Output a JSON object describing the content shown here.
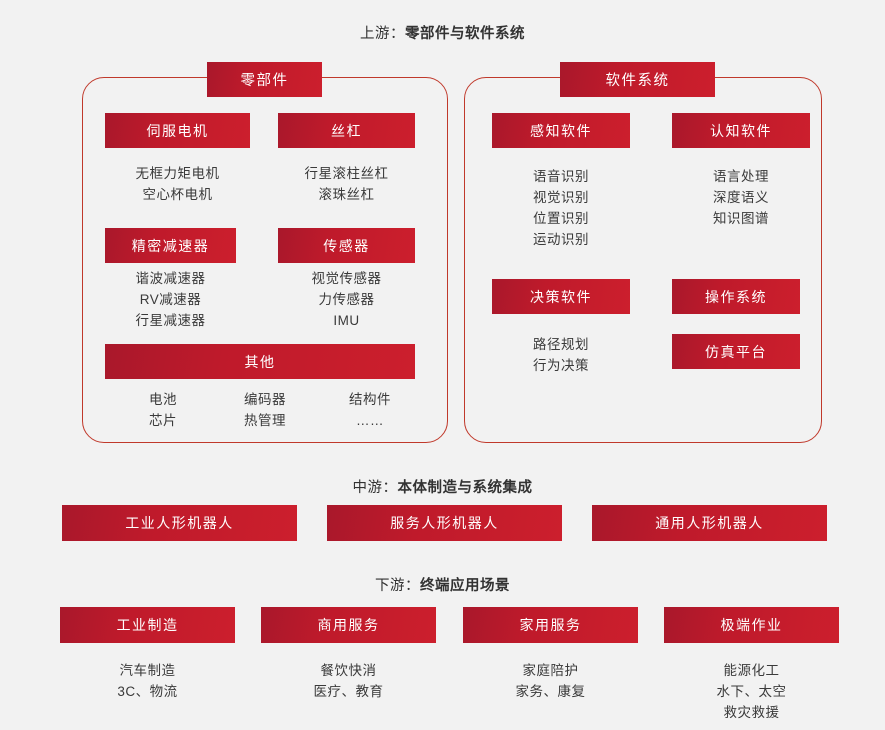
{
  "page": {
    "background_color": "#f2f2f2",
    "accent_color": "#bf1a2b",
    "text_color": "#333333"
  },
  "sections": {
    "upstream": {
      "label_lead": "上游：",
      "label_body": "零部件与软件系统",
      "panels": [
        {
          "tab": "零部件",
          "groups": [
            {
              "title": "伺服电机",
              "items": "无框力矩电机\n空心杯电机"
            },
            {
              "title": "丝杠",
              "items": "行星滚柱丝杠\n滚珠丝杠"
            },
            {
              "title": "精密减速器",
              "items": "谐波减速器\nRV减速器\n行星减速器"
            },
            {
              "title": "传感器",
              "items": "视觉传感器\n力传感器\nIMU"
            },
            {
              "title": "其他",
              "items_col1": "电池\n芯片",
              "items_col2": "编码器\n热管理",
              "items_col3": "结构件\n……"
            }
          ]
        },
        {
          "tab": "软件系统",
          "groups": [
            {
              "title": "感知软件",
              "items": "语音识别\n视觉识别\n位置识别\n运动识别"
            },
            {
              "title": "认知软件",
              "items": "语言处理\n深度语义\n知识图谱"
            },
            {
              "title": "决策软件",
              "items": "路径规划\n行为决策"
            },
            {
              "title": "操作系统",
              "items": ""
            },
            {
              "title": "仿真平台",
              "items": ""
            }
          ]
        }
      ]
    },
    "midstream": {
      "label_lead": "中游：",
      "label_body": "本体制造与系统集成",
      "boxes": [
        {
          "title": "工业人形机器人"
        },
        {
          "title": "服务人形机器人"
        },
        {
          "title": "通用人形机器人"
        }
      ]
    },
    "downstream": {
      "label_lead": "下游：",
      "label_body": "终端应用场景",
      "boxes": [
        {
          "title": "工业制造",
          "items": "汽车制造\n3C、物流"
        },
        {
          "title": "商用服务",
          "items": "餐饮快消\n医疗、教育"
        },
        {
          "title": "家用服务",
          "items": "家庭陪护\n家务、康复"
        },
        {
          "title": "极端作业",
          "items": "能源化工\n水下、太空\n救灾救援"
        }
      ]
    }
  }
}
